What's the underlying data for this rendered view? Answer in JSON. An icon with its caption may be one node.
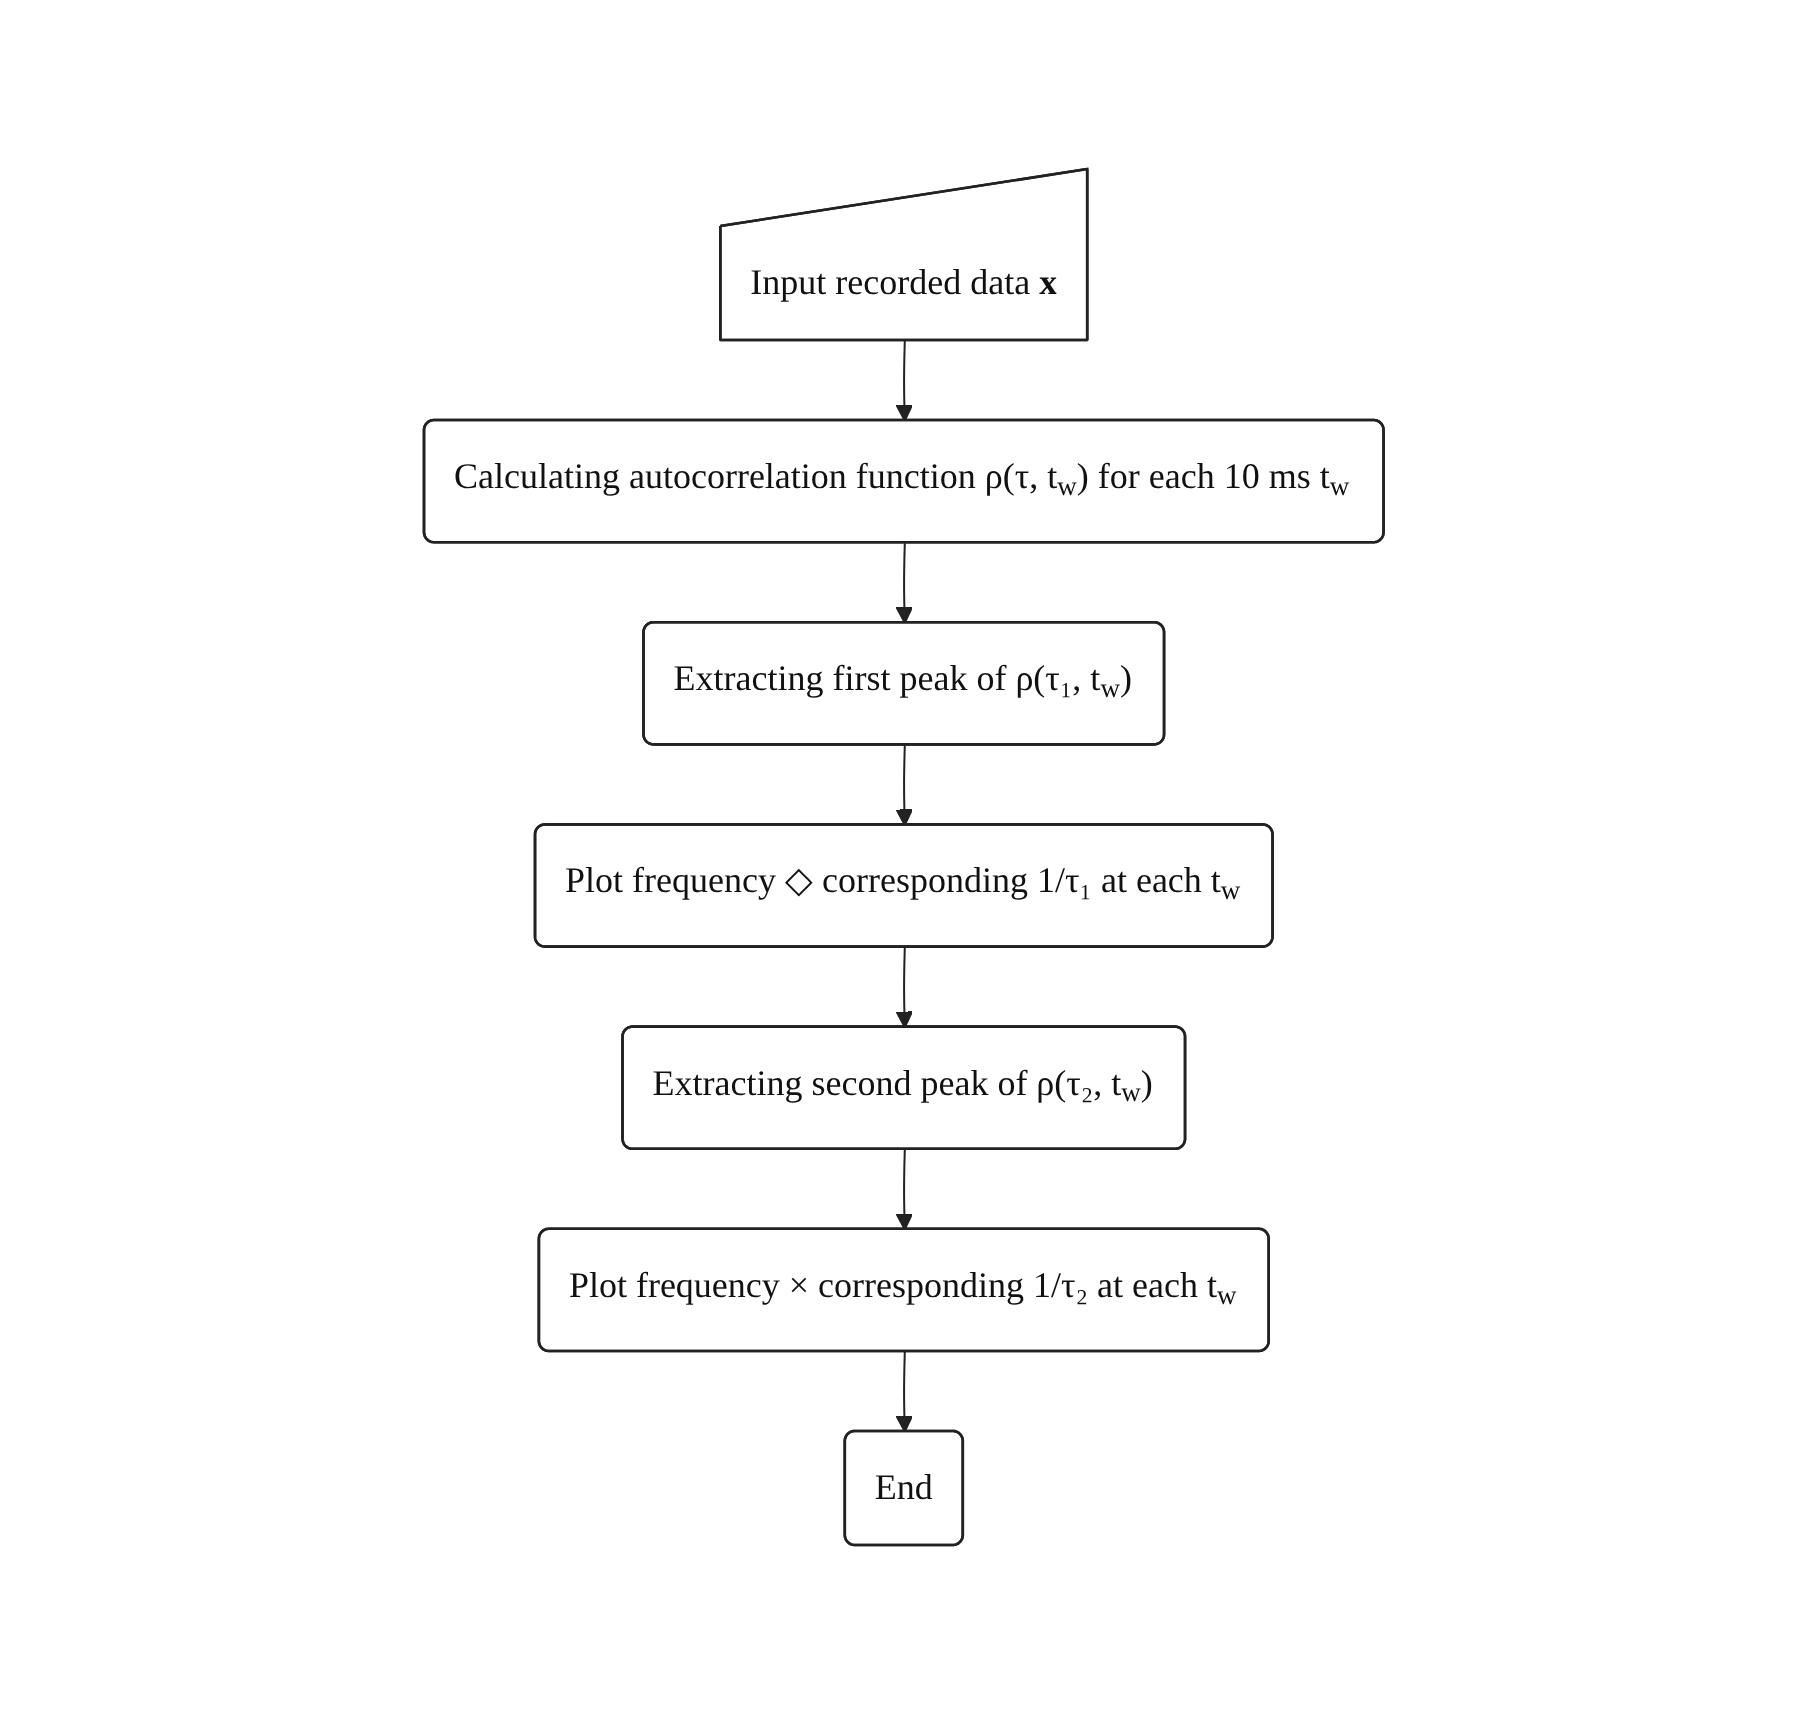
{
  "diagram": {
    "nodes": [
      {
        "text": [
          "Input recorded data **x**"
        ]
      },
      {
        "text": [
          "Calculating autocorrelation function ρ(τ, t$_{w}$) for each 10 ms t$_{w}$"
        ]
      },
      {
        "text": [
          "Extracting first peak of ρ(τ₁, t$_{w}$)"
        ]
      },
      {
        "text": [
          "Plot frequency ◇ corresponding 1/τ₁ at each t$_{w}$"
        ]
      },
      {
        "text": [
          "Extracting second peak of ρ(τ₂, t$_{w}$)"
        ]
      },
      {
        "text": [
          "Plot frequency × corresponding 1/τ₂ at each t$_{w}$"
        ]
      },
      {
        "text": [
          "End"
        ]
      }
    ],
    "edges": [
      {
        "from": 0,
        "to": 1,
        "arrow": "to"
      },
      {
        "from": 1,
        "to": 2,
        "arrow": "to"
      },
      {
        "from": 2,
        "to": 3,
        "arrow": "to"
      },
      {
        "from": 3,
        "to": 4,
        "arrow": "to"
      },
      {
        "from": 4,
        "to": 5,
        "arrow": "to"
      },
      {
        "from": 5,
        "to": 6,
        "arrow": "to"
      }
    ]
  }
}
